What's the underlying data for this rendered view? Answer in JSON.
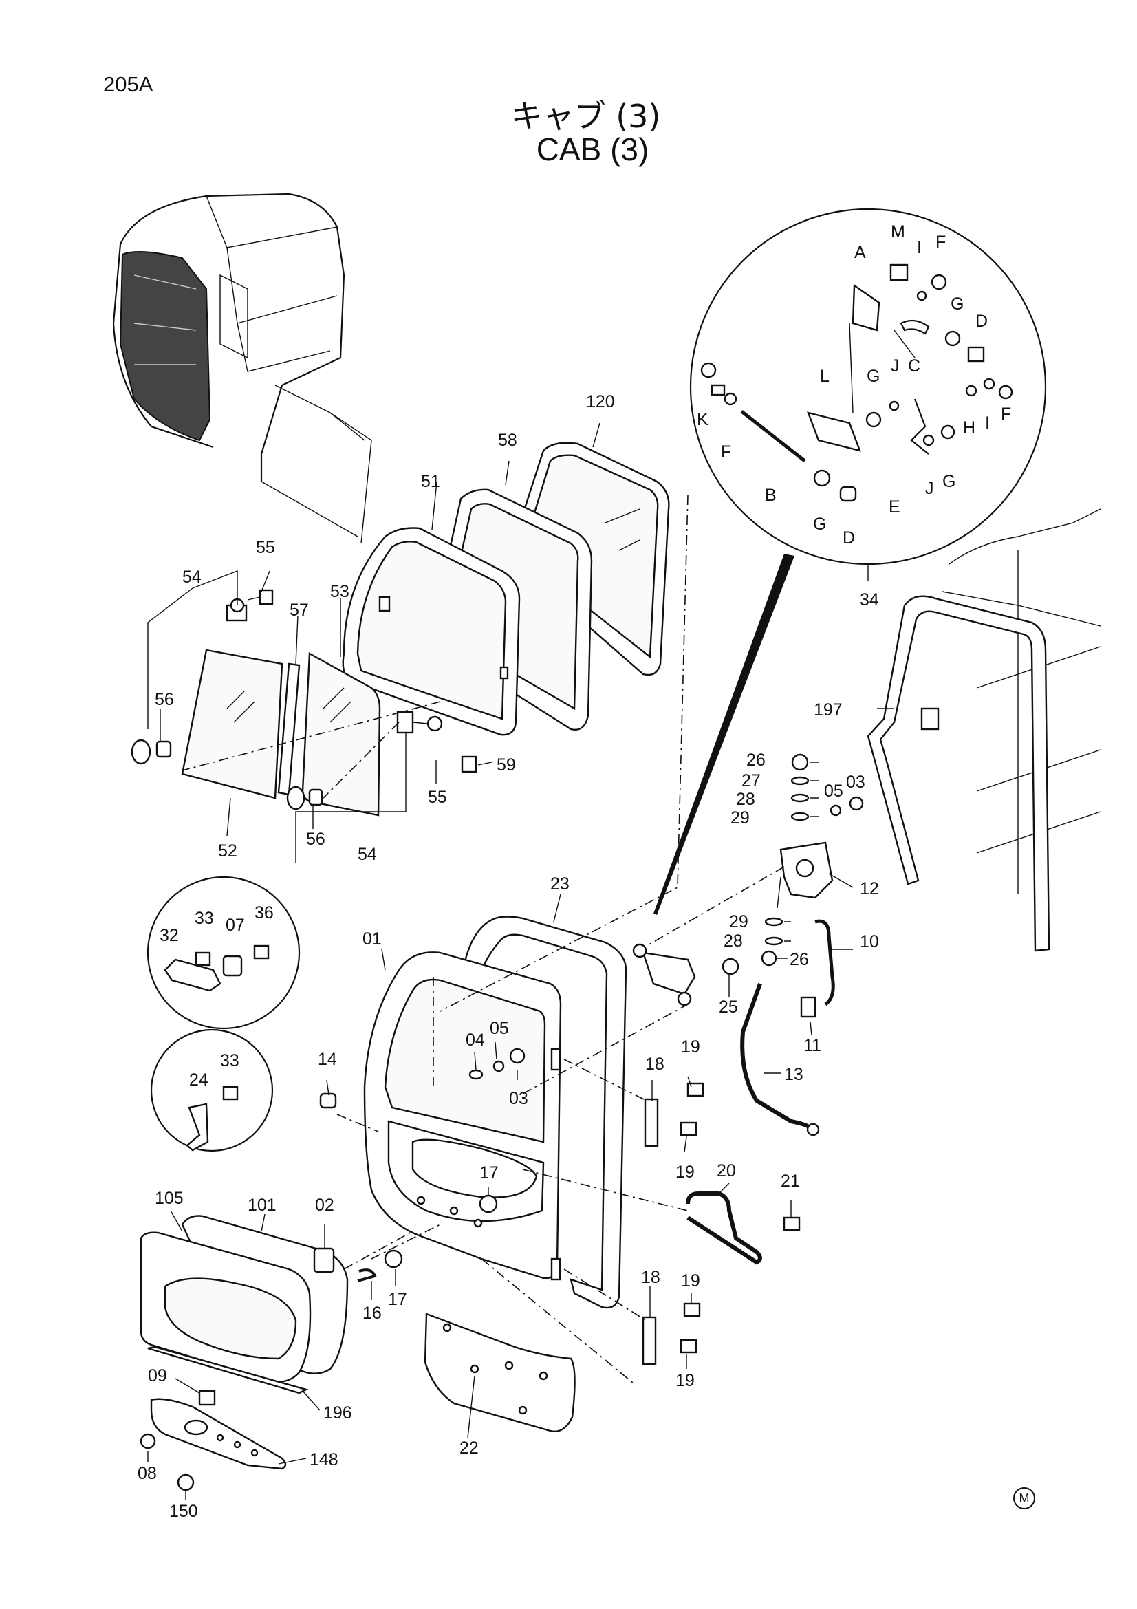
{
  "header": {
    "page_number": "205A",
    "title_jp": "キャブ (3)",
    "title_en": "CAB (3)"
  },
  "footer": {
    "mark": "M"
  },
  "callouts": {
    "c120": "120",
    "c58": "58",
    "c51": "51",
    "c53": "53",
    "c57": "57",
    "c54a": "54",
    "c54b": "54",
    "c55a": "55",
    "c55b": "55",
    "c56a": "56",
    "c56b": "56",
    "c52": "52",
    "c59": "59",
    "c34": "34",
    "c197": "197",
    "cA": "A",
    "cM": "M",
    "cI1": "I",
    "cF1": "F",
    "cG1": "G",
    "cD1": "D",
    "cK": "K",
    "cL": "L",
    "cG2": "G",
    "cJ1": "J",
    "cC": "C",
    "cH": "H",
    "cI2": "I",
    "cF2": "F",
    "cF3": "F",
    "cB": "B",
    "cG3": "G",
    "cD2": "D",
    "cE": "E",
    "cJ2": "J",
    "cG4": "G",
    "c26a": "26",
    "c27": "27",
    "c28a": "28",
    "c29a": "29",
    "c05a": "05",
    "c03a": "03",
    "c12": "12",
    "c29b": "29",
    "c28b": "28",
    "c26b": "26",
    "c10": "10",
    "c25": "25",
    "c11": "11",
    "c13": "13",
    "c23": "23",
    "c01": "01",
    "c32": "32",
    "c33a": "33",
    "c07": "07",
    "c36": "36",
    "c04": "04",
    "c05b": "05",
    "c03b": "03",
    "c14": "14",
    "c24": "24",
    "c33b": "33",
    "c18a": "18",
    "c19a": "19",
    "c19b": "19",
    "c17a": "17",
    "c20": "20",
    "c21": "21",
    "c105": "105",
    "c101": "101",
    "c02": "02",
    "c17b": "17",
    "c16": "16",
    "c18b": "18",
    "c19c": "19",
    "c19d": "19",
    "c22": "22",
    "c09": "09",
    "c196": "196",
    "c08": "08",
    "c148": "148",
    "c150": "150"
  }
}
